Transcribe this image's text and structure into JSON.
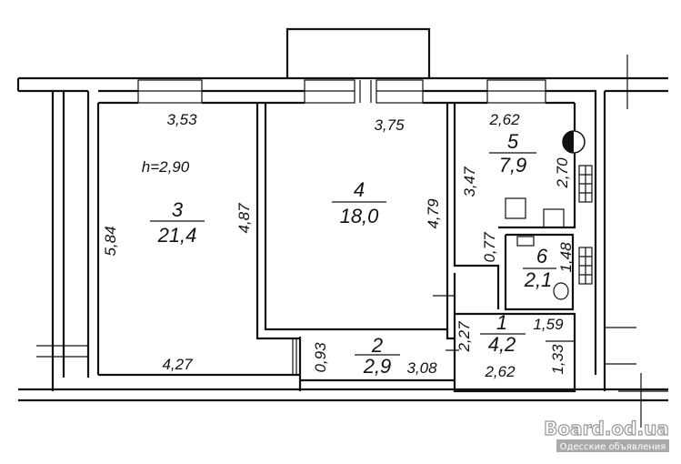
{
  "ceiling_height": "h=2,90",
  "rooms": {
    "r1": {
      "number": "1",
      "area": "4,2",
      "dims": [
        "2,27",
        "1,59",
        "2,62",
        "1,33"
      ]
    },
    "r2": {
      "number": "2",
      "area": "2,9",
      "dims": [
        "0,93",
        "3,08"
      ]
    },
    "r3": {
      "number": "3",
      "area": "21,4",
      "dims": [
        "3,53",
        "5,84",
        "4,87",
        "4,27"
      ]
    },
    "r4": {
      "number": "4",
      "area": "18,0",
      "dims": [
        "3,75",
        "4,79"
      ]
    },
    "r5": {
      "number": "5",
      "area": "7,9",
      "dims": [
        "2,62",
        "3,47",
        "2,70",
        "0,77"
      ]
    },
    "r6": {
      "number": "6",
      "area": "2,1",
      "dims": [
        "1,48"
      ]
    }
  },
  "watermark": {
    "title": "Board.od.ua",
    "subtitle": "Одесские объявления"
  }
}
